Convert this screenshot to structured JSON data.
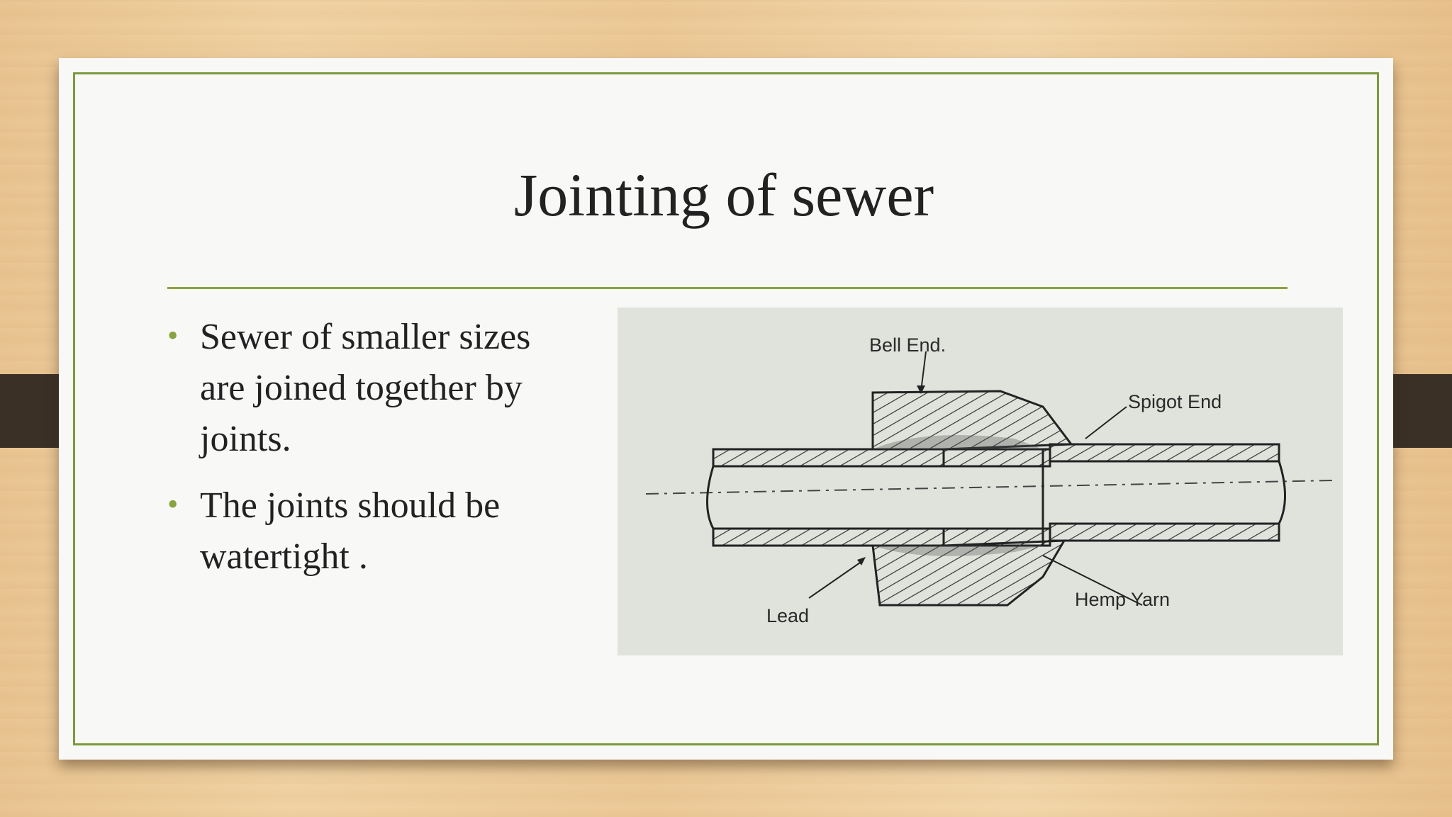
{
  "slide": {
    "title": "Jointing of sewer",
    "bullets": [
      "Sewer of smaller sizes are joined together by joints.",
      " The joints should be watertight ."
    ]
  },
  "figure": {
    "labels": {
      "bell_end": "Bell End.",
      "spigot_end": "Spigot End",
      "lead": "Lead",
      "hemp_yarn": "Hemp Yarn"
    }
  },
  "colors": {
    "accent": "#8aa33f",
    "tab": "#3a3026",
    "slide_bg": "#f8f8f7"
  }
}
